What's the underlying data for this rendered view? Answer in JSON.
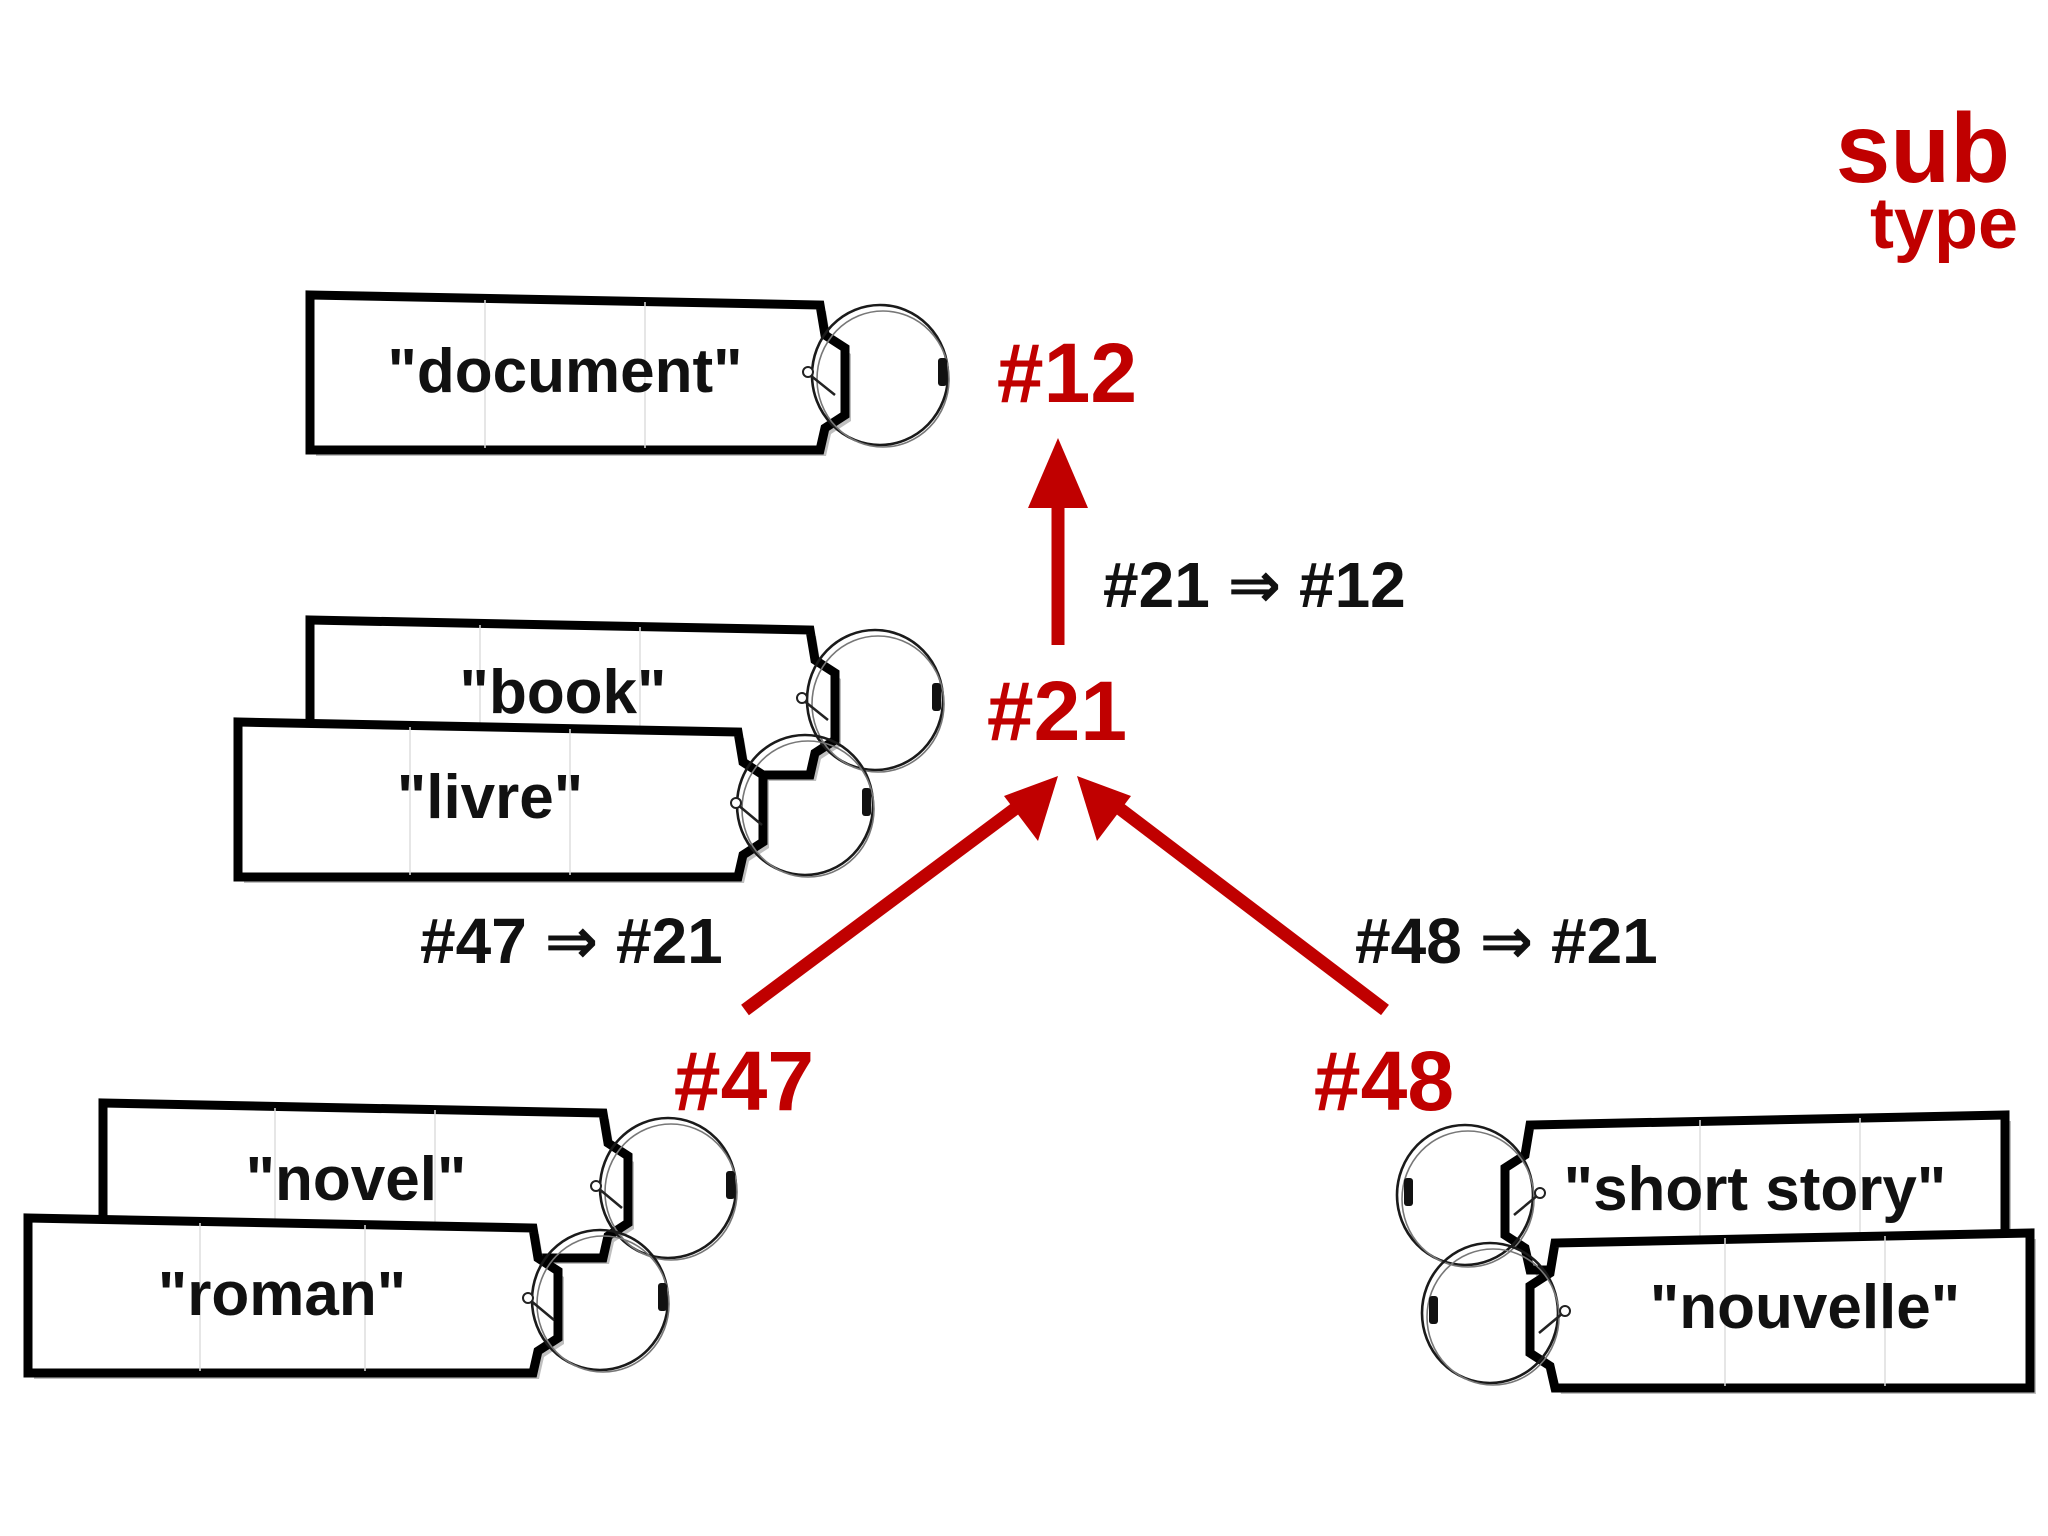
{
  "corner_label": {
    "line1": "sub",
    "line2": "type"
  },
  "colors": {
    "accent": "#c00000",
    "ink": "#111111"
  },
  "nodes": [
    {
      "id": "n12",
      "label": "#12",
      "tags": [
        "\"document\""
      ]
    },
    {
      "id": "n21",
      "label": "#21",
      "tags": [
        "\"book\"",
        "\"livre\""
      ]
    },
    {
      "id": "n47",
      "label": "#47",
      "tags": [
        "\"novel\"",
        "\"roman\""
      ]
    },
    {
      "id": "n48",
      "label": "#48",
      "tags": [
        "\"short story\"",
        "\"nouvelle\""
      ]
    }
  ],
  "edges": [
    {
      "from": "#21",
      "to": "#12",
      "label": "#21 ⇒ #12"
    },
    {
      "from": "#47",
      "to": "#21",
      "label": "#47 ⇒ #21"
    },
    {
      "from": "#48",
      "to": "#21",
      "label": "#48 ⇒ #21"
    }
  ]
}
